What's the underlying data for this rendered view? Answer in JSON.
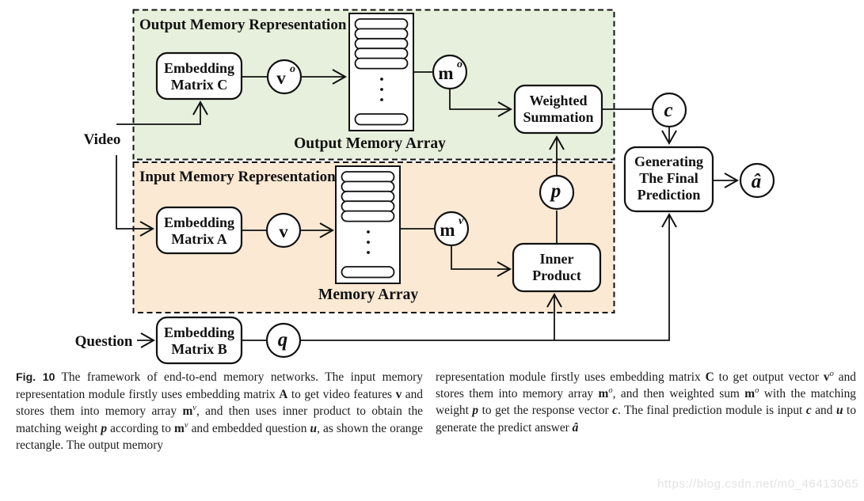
{
  "diagram": {
    "sections": {
      "output": {
        "title": "Output Memory Representation",
        "array_label": "Output Memory Array",
        "fill": "#e7f0dc"
      },
      "input": {
        "title": "Input Memory Representation",
        "array_label": "Memory Array",
        "fill": "#fbe9d4"
      }
    },
    "inputs": {
      "video": "Video",
      "question": "Question"
    },
    "nodes": {
      "embedding_c": {
        "lines": [
          "Embedding",
          "Matrix C"
        ]
      },
      "embedding_a": {
        "lines": [
          "Embedding",
          "Matrix A"
        ]
      },
      "embedding_b": {
        "lines": [
          "Embedding",
          "Matrix B"
        ]
      },
      "weighted_summation": {
        "lines": [
          "Weighted",
          "Summation"
        ]
      },
      "inner_product": {
        "lines": [
          "Inner",
          "Product"
        ]
      },
      "final_prediction": {
        "lines": [
          "Generating",
          "The Final",
          "Prediction"
        ]
      }
    },
    "symbols": {
      "vo": {
        "base": "v",
        "sup": "o"
      },
      "mo": {
        "base": "m",
        "sup": "o"
      },
      "v": {
        "base": "v",
        "sup": ""
      },
      "mv": {
        "base": "m",
        "sup": "v"
      },
      "p": {
        "base": "p",
        "sup": ""
      },
      "q": {
        "base": "q",
        "sup": ""
      },
      "c": {
        "base": "c",
        "sup": ""
      },
      "a_hat": {
        "base": "â",
        "sup": ""
      }
    },
    "colors": {
      "stroke": "#111111",
      "node_fill": "#ffffff"
    }
  },
  "caption": {
    "left": [
      {
        "t": "Fig. 10",
        "c": "fig"
      },
      {
        "t": "The framework of end-to-end memory networks. The input memory representation module firstly uses embedding matrix "
      },
      {
        "t": "A",
        "c": "b"
      },
      {
        "t": " to get video features "
      },
      {
        "t": "v",
        "c": "b"
      },
      {
        "t": " and stores them into memory array "
      },
      {
        "t": "m",
        "c": "b",
        "sup": "v",
        "supc": "i"
      },
      {
        "t": ", and then uses inner product to obtain the matching weight "
      },
      {
        "t": "p",
        "c": "bi"
      },
      {
        "t": " according to "
      },
      {
        "t": "m",
        "c": "b",
        "sup": "v",
        "supc": "i"
      },
      {
        "t": " and embedded question "
      },
      {
        "t": "u",
        "c": "bi"
      },
      {
        "t": ", as shown the orange rectangle. The output memory"
      }
    ],
    "right": [
      {
        "t": "representation module firstly uses embedding matrix "
      },
      {
        "t": "C",
        "c": "b"
      },
      {
        "t": " to get output vector "
      },
      {
        "t": "v",
        "c": "b",
        "sup": "o",
        "supc": "i"
      },
      {
        "t": " and stores them into memory array "
      },
      {
        "t": "m",
        "c": "b",
        "sup": "o",
        "supc": "i"
      },
      {
        "t": ", and then weighted sum "
      },
      {
        "t": "m",
        "c": "b",
        "sup": "o",
        "supc": "i"
      },
      {
        "t": " with the matching weight "
      },
      {
        "t": "p",
        "c": "bi"
      },
      {
        "t": " to get the response vector "
      },
      {
        "t": "c",
        "c": "bi"
      },
      {
        "t": ". The final prediction module is input "
      },
      {
        "t": "c",
        "c": "bi"
      },
      {
        "t": " and "
      },
      {
        "t": "u",
        "c": "bi"
      },
      {
        "t": " to generate the predict answer "
      },
      {
        "t": "â",
        "c": "bi"
      }
    ]
  },
  "watermark": "https://blog.csdn.net/m0_46413065"
}
